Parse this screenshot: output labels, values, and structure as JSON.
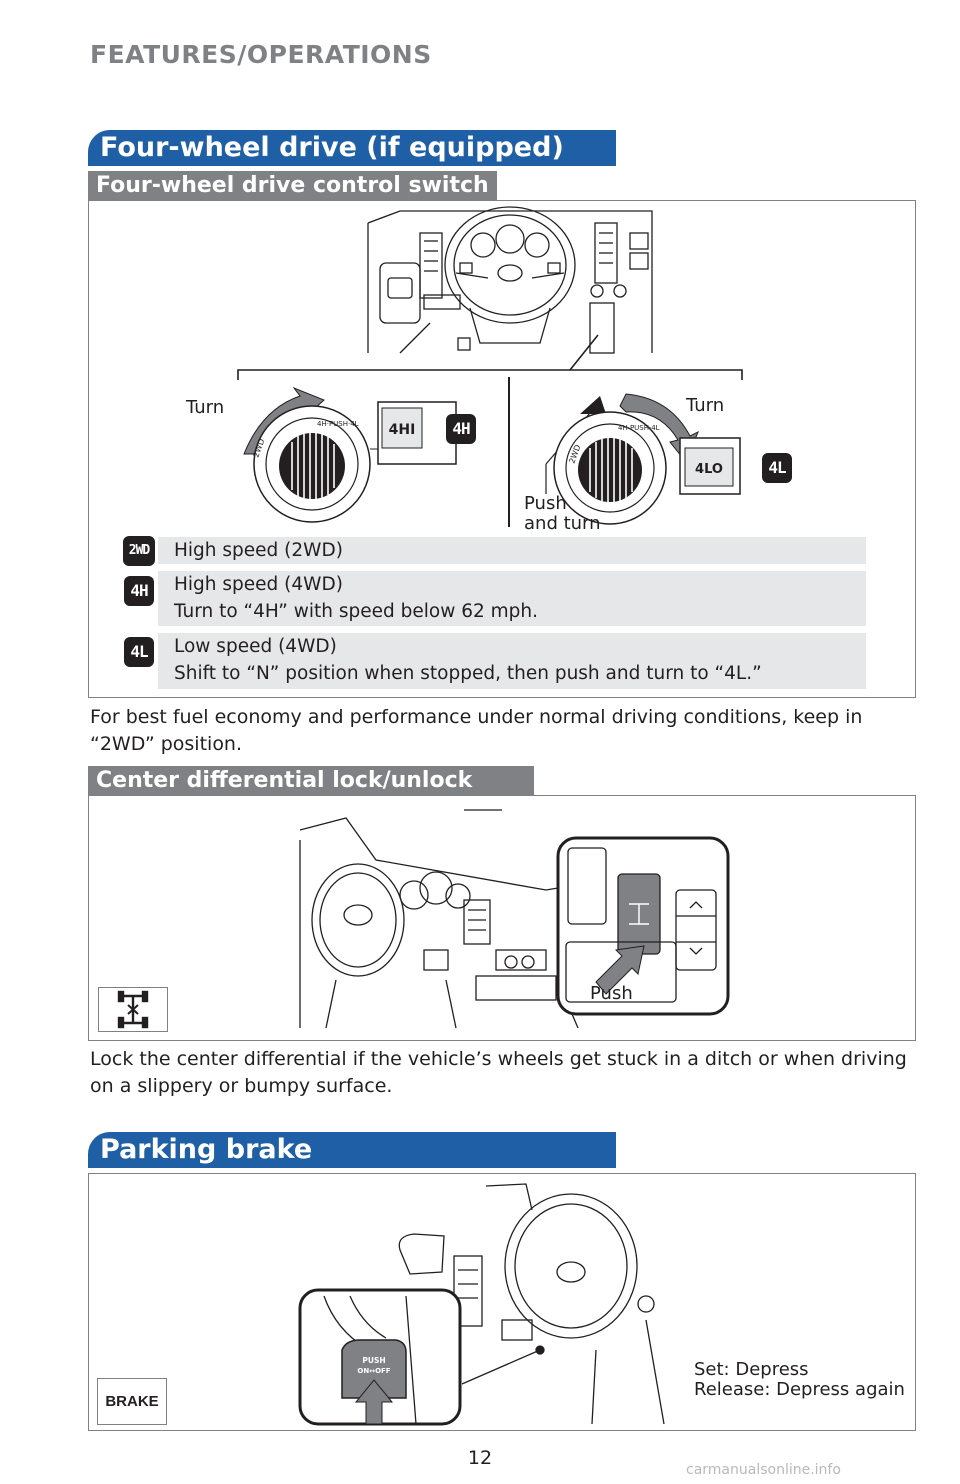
{
  "header": {
    "section": "FEATURES/OPERATIONS"
  },
  "four_wheel": {
    "title": "Four-wheel drive (if equipped)",
    "control_switch": {
      "title": "Four-wheel drive control switch",
      "left_turn_label": "Turn",
      "right_turn_label": "Turn",
      "push_and_turn_label_1": "Push",
      "push_and_turn_label_2": "and turn",
      "knob_left_display": "4HI",
      "knob_right_display": "4LO",
      "badge_4h": "4H",
      "badge_4l": "4L",
      "modes": [
        {
          "badge": "2WD",
          "line1": "High speed (2WD)",
          "line2": ""
        },
        {
          "badge": "4H",
          "line1": "High speed (4WD)",
          "line2": "Turn to “4H” with speed below 62 mph."
        },
        {
          "badge": "4L",
          "line1": "Low speed (4WD)",
          "line2": "Shift to “N” position when stopped, then push and turn to “4L.”"
        }
      ]
    },
    "note": "For best fuel economy and performance under normal driving conditions, keep in “2WD” position."
  },
  "center_diff": {
    "title": "Center differential lock/unlock switch",
    "push_label": "Push",
    "note": "Lock the center differential if the vehicle’s wheels get stuck in a ditch or when driving on a slippery or bumpy surface."
  },
  "parking_brake": {
    "title": "Parking brake",
    "indicator": "BRAKE",
    "pedal_text_1": "PUSH",
    "pedal_text_2": "ON↔OFF",
    "set": "Set: Depress",
    "release": "Release: Depress again"
  },
  "page_number": "12",
  "watermark": "carmanualsonline.info"
}
